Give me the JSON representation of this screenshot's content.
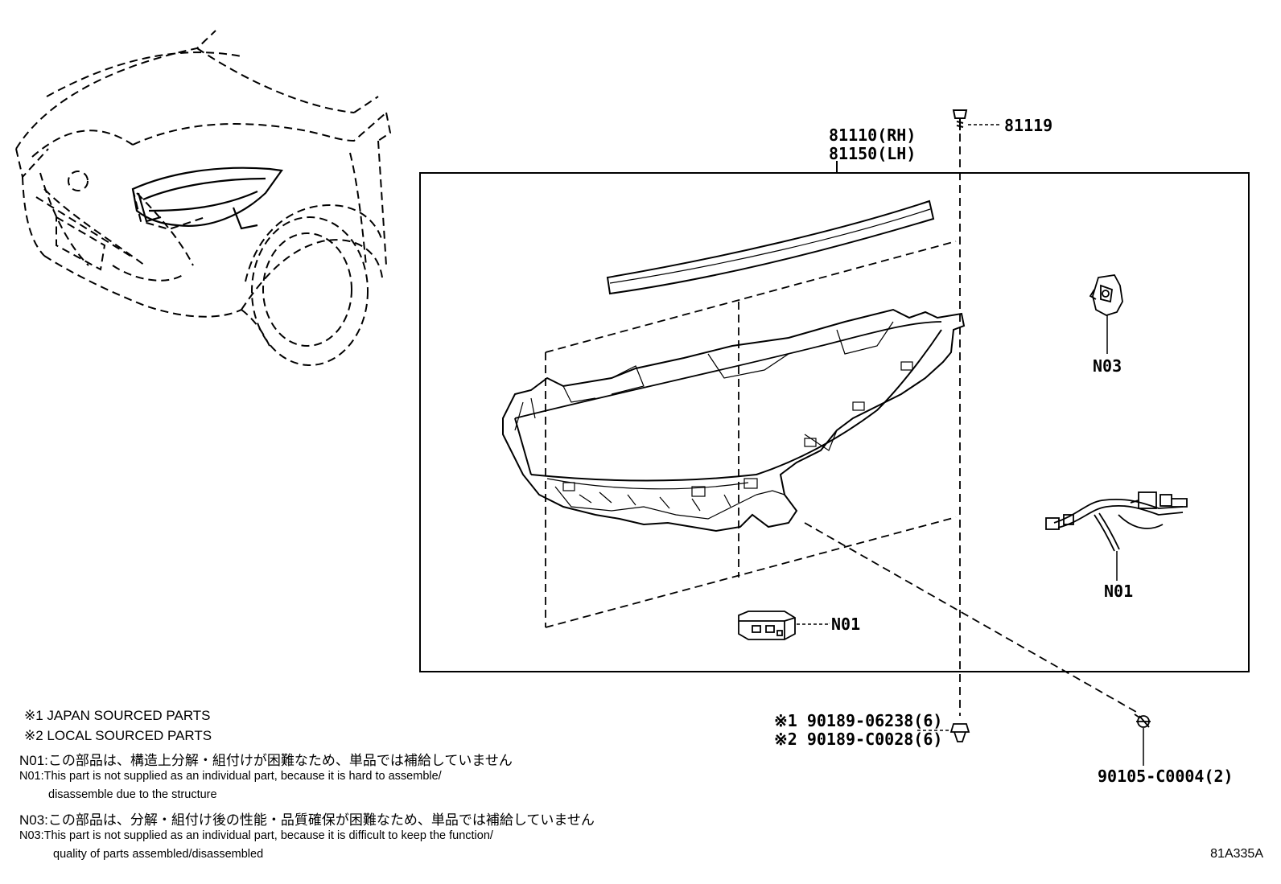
{
  "labels": {
    "part_81110": "81110(RH)",
    "part_81150": "81150(LH)",
    "part_81119": "81119",
    "part_n03": "N03",
    "part_n01_harness": "N01",
    "part_n01_module": "N01",
    "bolt_jp": "※1 90189-06238(6)",
    "bolt_local": "※2 90189-C0028(6)",
    "clip_90105": "90105-C0004(2)"
  },
  "notes": {
    "japan_sourced": "※1 JAPAN SOURCED PARTS",
    "local_sourced": "※2 LOCAL SOURCED PARTS",
    "n01_jp": "N01:この部品は、構造上分解・組付けが困難なため、単品では補給していません",
    "n01_en_1": "N01:This part is not supplied as an individual part, because it is hard to assemble/",
    "n01_en_2": "disassemble due to the structure",
    "n03_jp": "N03:この部品は、分解・組付け後の性能・品質確保が困難なため、単品では補給していません",
    "n03_en_1": "N03:This part is not supplied as an individual part, because it is difficult to keep the function/",
    "n03_en_2": "quality of parts assembled/disassembled"
  },
  "figure_code": "81A335A"
}
